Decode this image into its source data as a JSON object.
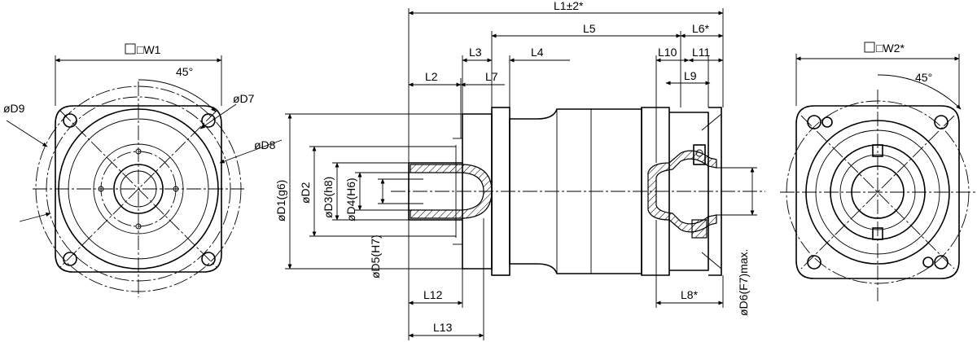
{
  "colors": {
    "line": "#000000",
    "background": "#ffffff"
  },
  "front_view": {
    "w1": "□W1",
    "angle": "45°",
    "d7": "øD7",
    "d9": "øD9",
    "d8": "øD8"
  },
  "rear_view": {
    "w2": "□W2*",
    "angle": "45°"
  },
  "side_view": {
    "l1": "L1±2*",
    "l2": "L2",
    "l3": "L3",
    "l4": "L4",
    "l5": "L5",
    "l6": "L6*",
    "l7": "L7",
    "l8": "L8*",
    "l9": "L9",
    "l10": "L10",
    "l11": "L11",
    "l12": "L12",
    "l13": "L13",
    "d1": "øD1(g6)",
    "d2": "øD2",
    "d3": "øD3(h8)",
    "d4": "øD4(H6)",
    "d5": "øD5(H7)",
    "d6": "øD6(F7)max."
  }
}
